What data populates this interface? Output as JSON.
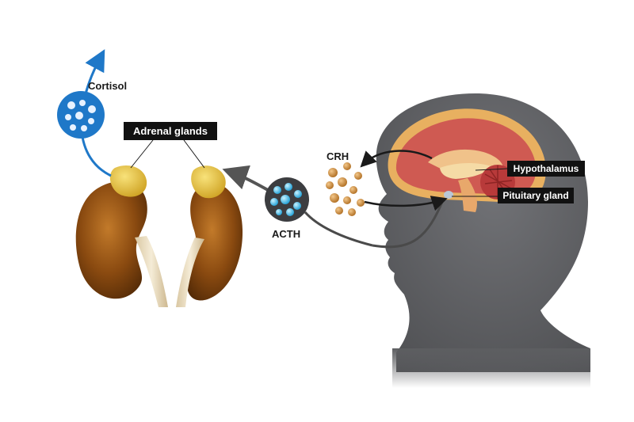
{
  "labels": {
    "cortisol": "Cortisol",
    "adrenal_glands": "Adrenal glands",
    "crh": "CRH",
    "acth": "ACTH",
    "hypothalamus": "Hypothalamus",
    "pituitary_gland": "Pituitary gland"
  },
  "colors": {
    "cortisol_molecule": "#1f78c8",
    "acth_molecule": "#3fb6e6",
    "acth_ring": "#4a4a4a",
    "crh_particle": "#c98a3a",
    "kidney": "#8a4a10",
    "adrenal": "#e7c23a",
    "head": "#5d5e61",
    "brain": "#c94f4f",
    "label_box": "#111111",
    "arrow": "#555555",
    "cortisol_arrow": "#1f78c8"
  }
}
